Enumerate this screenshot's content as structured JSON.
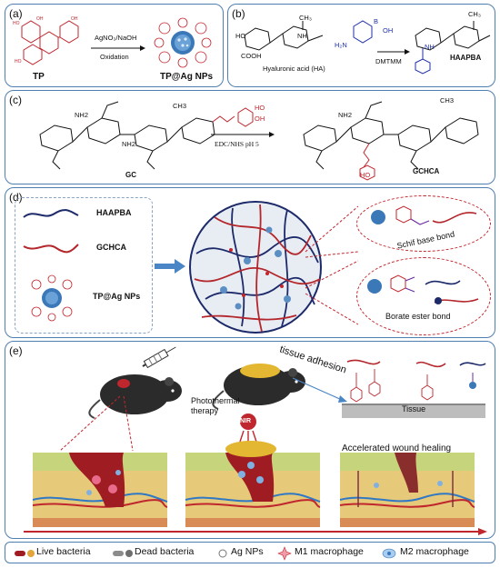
{
  "panels": {
    "a": {
      "label": "(a)",
      "reagent_top": "AgNO₃/NaOH",
      "reagent_bottom": "Oxidation",
      "reactant": "TP",
      "product": "TP@Ag NPs"
    },
    "b": {
      "label": "(b)",
      "reactant": "Hyaluronic acid (HA)",
      "reagent": "DMTMM",
      "product": "HAAPBA",
      "groups": [
        "CH₃",
        "HO",
        "O",
        "NH",
        "COOH",
        "H₂N",
        "B",
        "OH"
      ]
    },
    "c": {
      "label": "(c)",
      "reactant": "GC",
      "reagent": "EDC/NHS pH 5",
      "product": "GCHCA",
      "groups": [
        "NH2",
        "CH3",
        "HO",
        "OH",
        "O"
      ]
    },
    "d": {
      "label": "(d)",
      "components": [
        "HAAPBA",
        "GCHCA",
        "TP@Ag NPs"
      ],
      "bond_1": "Schif base bond",
      "bond_2": "Borate ester bond"
    },
    "e": {
      "label": "(e)",
      "tissue_adhesion": "tissue adhesion",
      "photothermal": "Photothermal therapy",
      "nir": "NIR",
      "tissue": "Tissue",
      "healing": "Accelerated wound healing"
    }
  },
  "legend": {
    "items": [
      "Live bacteria",
      "Dead bacteria",
      "Ag NPs",
      "M1 macrophage",
      "M2 macrophage"
    ]
  },
  "colors": {
    "border": "#4f7fb0",
    "red": "#c0262d",
    "navy": "#1d2fa8",
    "pink": "#d9435a",
    "skin": "#c8d27a",
    "fat": "#e8c86a"
  }
}
